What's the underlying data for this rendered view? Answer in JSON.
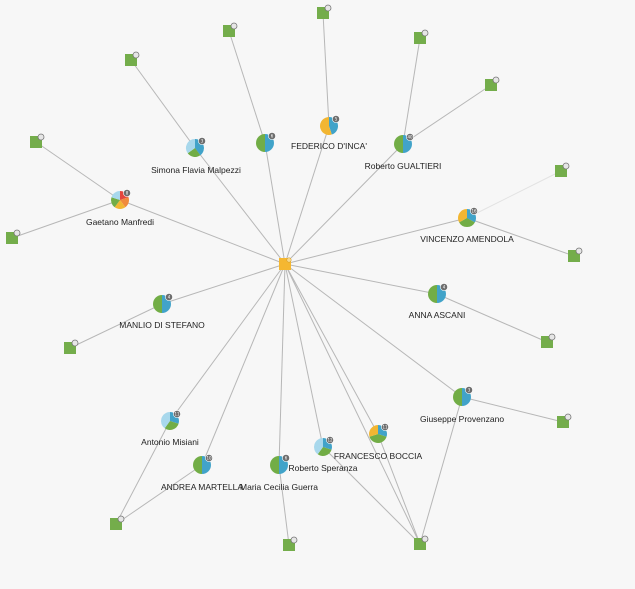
{
  "colors": {
    "blue": "#41a3c9",
    "green": "#72ad46",
    "yellow": "#f2b632",
    "light_blue": "#a8d8ec",
    "orange": "#f08a3c",
    "red": "#e4463d",
    "hub": "#f5b731",
    "square": "#74ad4b",
    "edge": "#b7b7b7",
    "badge": "#6d6d6d"
  },
  "hub": {
    "id": "hub"
  },
  "persons": [
    {
      "id": "simona",
      "label": "Simona Flavia Malpezzi",
      "badge": "3",
      "slices": [
        {
          "color": "blue",
          "value": 40
        },
        {
          "color": "green",
          "value": 25
        },
        {
          "color": "light_blue",
          "value": 35
        }
      ]
    },
    {
      "id": "p-unlabeled",
      "label": "",
      "badge": "6",
      "slices": [
        {
          "color": "blue",
          "value": 50
        },
        {
          "color": "green",
          "value": 50
        }
      ]
    },
    {
      "id": "federico",
      "label": "FEDERICO D'INCA'",
      "badge": "5",
      "slices": [
        {
          "color": "blue",
          "value": 45
        },
        {
          "color": "yellow",
          "value": 55
        }
      ]
    },
    {
      "id": "gualtieri",
      "label": "Roberto GUALTIERI",
      "badge": "40",
      "slices": [
        {
          "color": "blue",
          "value": 50
        },
        {
          "color": "green",
          "value": 50
        }
      ]
    },
    {
      "id": "manfredi",
      "label": "Gaetano Manfredi",
      "badge": "8",
      "slices": [
        {
          "color": "red",
          "value": 20
        },
        {
          "color": "orange",
          "value": 20
        },
        {
          "color": "yellow",
          "value": 20
        },
        {
          "color": "green",
          "value": 20
        },
        {
          "color": "light_blue",
          "value": 20
        }
      ]
    },
    {
      "id": "amendola",
      "label": "VINCENZO AMENDOLA",
      "badge": "16",
      "slices": [
        {
          "color": "blue",
          "value": 33
        },
        {
          "color": "green",
          "value": 34
        },
        {
          "color": "yellow",
          "value": 33
        }
      ]
    },
    {
      "id": "distefano",
      "label": "MANLIO DI STEFANO",
      "badge": "4",
      "slices": [
        {
          "color": "blue",
          "value": 50
        },
        {
          "color": "green",
          "value": 50
        }
      ]
    },
    {
      "id": "ascani",
      "label": "ANNA ASCANI",
      "badge": "4",
      "slices": [
        {
          "color": "blue",
          "value": 50
        },
        {
          "color": "green",
          "value": 50
        }
      ]
    },
    {
      "id": "provenzano",
      "label": "Giuseppe Provenzano",
      "badge": "3",
      "slices": [
        {
          "color": "blue",
          "value": 50
        },
        {
          "color": "green",
          "value": 50
        }
      ]
    },
    {
      "id": "misiani",
      "label": "Antonio Misiani",
      "badge": "11",
      "slices": [
        {
          "color": "blue",
          "value": 30
        },
        {
          "color": "green",
          "value": 30
        },
        {
          "color": "light_blue",
          "value": 40
        }
      ]
    },
    {
      "id": "boccia",
      "label": "FRANCESCO BOCCIA",
      "badge": "11",
      "slices": [
        {
          "color": "blue",
          "value": 30
        },
        {
          "color": "green",
          "value": 40
        },
        {
          "color": "yellow",
          "value": 30
        }
      ]
    },
    {
      "id": "speranza",
      "label": "Roberto Speranza",
      "badge": "12",
      "slices": [
        {
          "color": "blue",
          "value": 30
        },
        {
          "color": "green",
          "value": 30
        },
        {
          "color": "light_blue",
          "value": 40
        }
      ]
    },
    {
      "id": "martella",
      "label": "ANDREA MARTELLA",
      "badge": "10",
      "slices": [
        {
          "color": "blue",
          "value": 50
        },
        {
          "color": "green",
          "value": 50
        }
      ]
    },
    {
      "id": "guerra",
      "label": "Maria Cecilia Guerra",
      "badge": "6",
      "slices": [
        {
          "color": "blue",
          "value": 50
        },
        {
          "color": "green",
          "value": 50
        }
      ]
    }
  ]
}
